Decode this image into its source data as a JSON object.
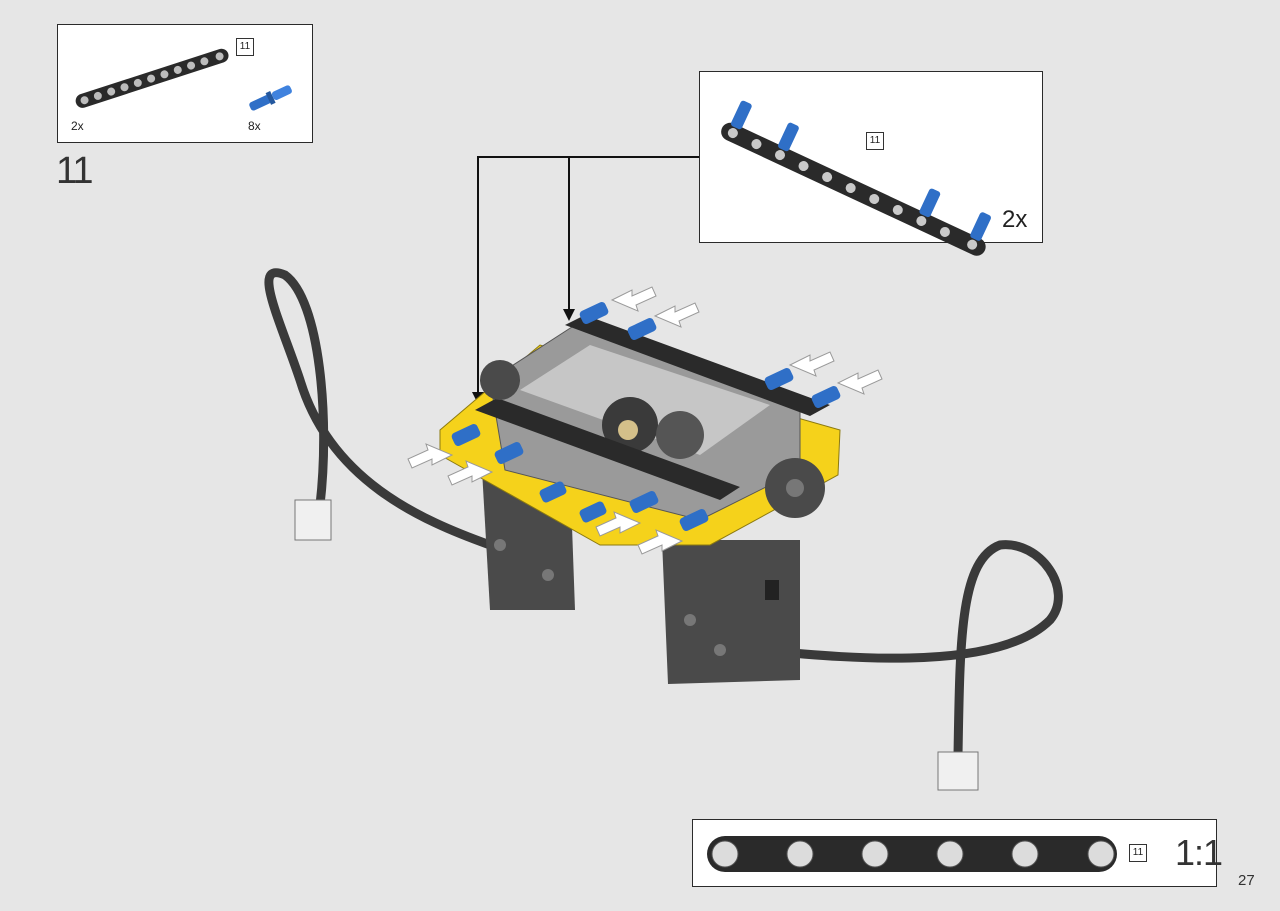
{
  "parts": {
    "items": [
      {
        "name": "black-beam",
        "quantity": "2x",
        "length": "11",
        "color": "#2a2a2a"
      },
      {
        "name": "blue-pin",
        "quantity": "8x",
        "color": "#2f6fc7"
      }
    ]
  },
  "step": {
    "number": "11"
  },
  "subassembly": {
    "quantity": "2x",
    "beam_length": "11"
  },
  "scale_reference": {
    "beam_length": "11",
    "label": "1:1"
  },
  "page": {
    "number": "27"
  },
  "colors": {
    "background": "#e6e6e6",
    "beam": "#2a2a2a",
    "pin": "#2f6fc7",
    "frame_yellow": "#f5d21b",
    "motor_gray": "#4a4a4a",
    "light_gray": "#9a9a9a"
  }
}
